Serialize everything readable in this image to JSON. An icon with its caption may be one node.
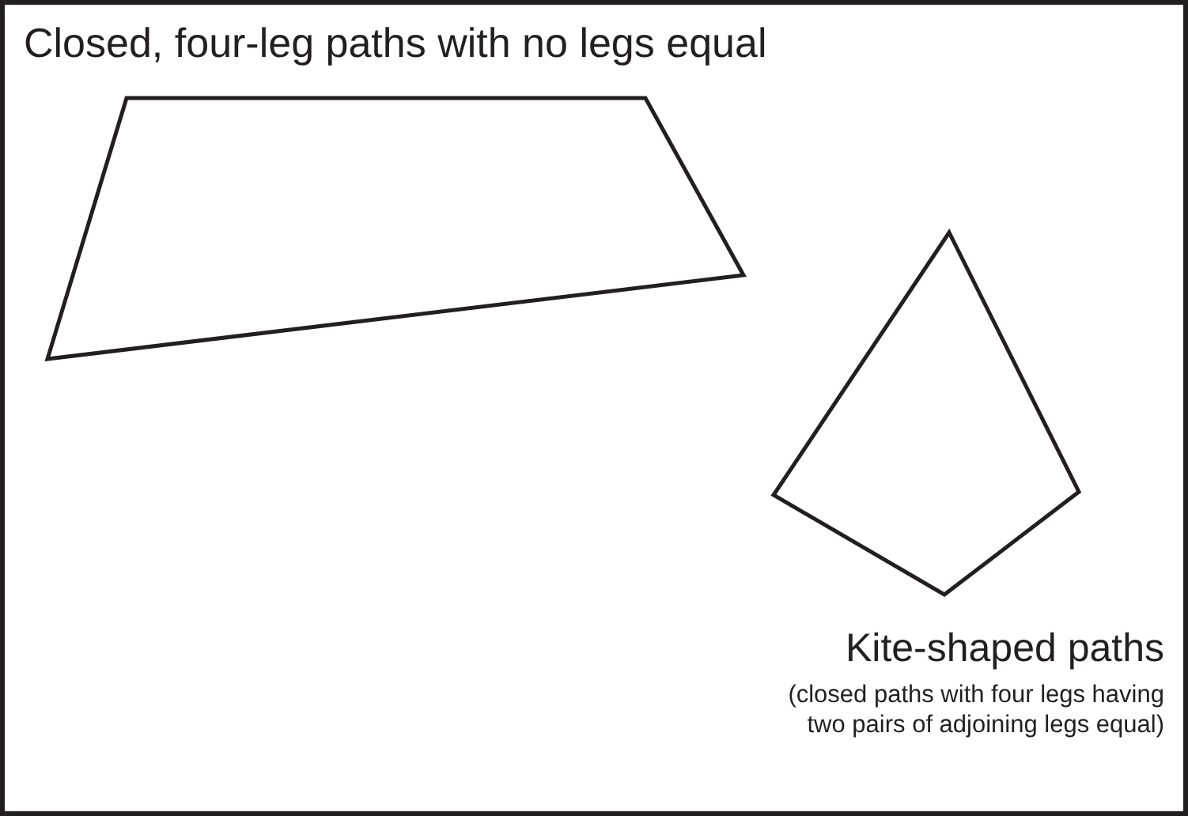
{
  "diagram": {
    "labels": [
      "Closed, four-leg paths with no legs equal",
      "Kite-shaped paths",
      "(closed paths with four legs having two pairs of adjoining legs equal)"
    ]
  }
}
